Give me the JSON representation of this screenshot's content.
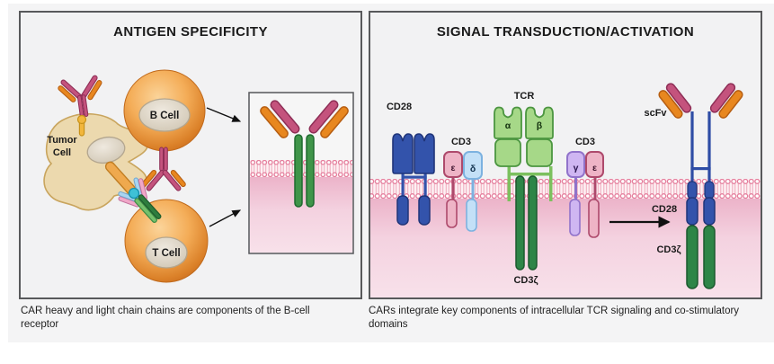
{
  "figure": {
    "left_panel": {
      "title": "ANTIGEN SPECIFICITY",
      "caption": "CAR heavy and light chain chains are components of the B-cell receptor",
      "tumor_cell_label_line1": "Tumor",
      "tumor_cell_label_line2": "Cell",
      "b_cell_label": "B Cell",
      "t_cell_label": "T Cell"
    },
    "right_panel": {
      "title": "SIGNAL TRANSDUCTION/ACTIVATION",
      "caption": "CARs integrate key components of intracellular TCR signaling and co-stimulatory domains",
      "cd28_label": "CD28",
      "cd3_left_label": "CD3",
      "tcr_label": "TCR",
      "cd3_right_label": "CD3",
      "tcr_cd3zeta_label": "CD3ζ",
      "scfv_label": "scFv",
      "car_cd28_label": "CD28",
      "car_cd3zeta_label": "CD3ζ",
      "tcr_alpha": "α",
      "tcr_beta": "β",
      "cd3_epsilon_left": "ε",
      "cd3_delta": "δ",
      "cd3_gamma": "γ",
      "cd3_epsilon_right": "ε"
    },
    "colors": {
      "panel_background": "#f2f2f3",
      "panel_border": "#58595b",
      "membrane_pink": "#e57f9d",
      "cytoplasm_pink": "#f4d2e0",
      "cell_orange": "#eb9440",
      "tumor_cell_tan": "#ecd9ae",
      "antibody_heavy_pink": "#c4537d",
      "antibody_light_orange": "#e8871f",
      "car_stalk_green": "#3f9549",
      "cd3zeta_green": "#2e8547",
      "tcr_green": "#a6d888",
      "cd28_blue": "#3353ab",
      "cd3_epsilon_pink": "#eeb4c6",
      "cd3_delta_blue": "#c3e0f7",
      "cd3_gamma_purple": "#cfb6f2",
      "antigen_cyan": "#3ec1d6",
      "antigen_yellow": "#f2b63c"
    }
  }
}
